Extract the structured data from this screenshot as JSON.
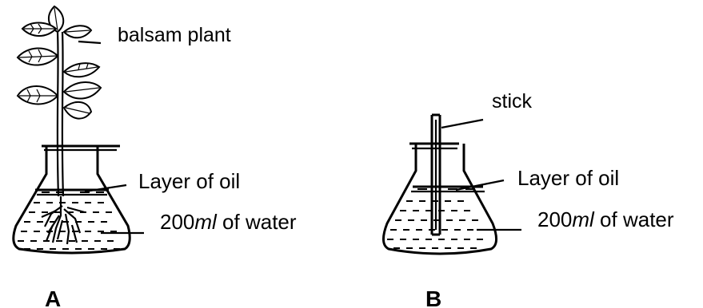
{
  "setup_a": {
    "caption": "A",
    "labels": {
      "plant": "balsam plant",
      "oil": "Layer of oil",
      "water_amount": "200",
      "water_unit": "ml",
      "water_rest": " of water"
    }
  },
  "setup_b": {
    "caption": "B",
    "labels": {
      "stick": "stick",
      "oil": "Layer of oil",
      "water_amount": "200",
      "water_unit": "ml",
      "water_rest": " of water"
    }
  }
}
